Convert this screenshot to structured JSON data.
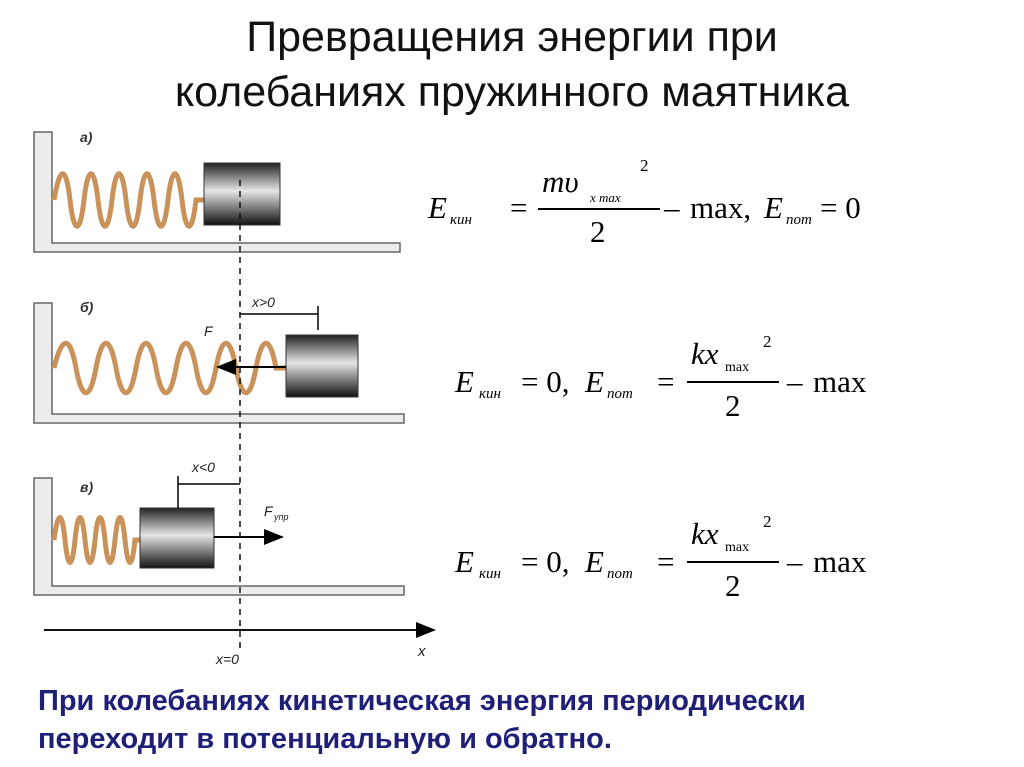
{
  "title": {
    "line1": "Превращения энергии при",
    "line2": "колебаниях пружинного маятника"
  },
  "figure": {
    "panels": [
      {
        "label": "а)"
      },
      {
        "label": "б)",
        "displacement": "x>0",
        "force": "F"
      },
      {
        "label": "в)",
        "displacement": "x<0",
        "force": "F",
        "force_sub": "упр"
      }
    ],
    "origin": "x=0",
    "axis": "x"
  },
  "formulas": [
    {
      "lhs": "E",
      "lhs_sub": "кин",
      "eq": "=",
      "num": "mυ",
      "num_sub": "x max",
      "sup": "2",
      "den": "2",
      "tail_dash": "–",
      "tail_max": "max,",
      "e2": "E",
      "e2_sub": "пот",
      "e2_val": "= 0"
    },
    {
      "lhs": "E",
      "lhs_sub": "кин",
      "lhs_val": "= 0,",
      "e2": "E",
      "e2_sub": "пот",
      "eq": "=",
      "num": "kx",
      "num_sub": "max",
      "sup": "2",
      "den": "2",
      "tail_dash": "–",
      "tail_max": "max"
    },
    {
      "lhs": "E",
      "lhs_sub": "кин",
      "lhs_val": "= 0,",
      "e2": "E",
      "e2_sub": "пот",
      "eq": "=",
      "num": "kx",
      "num_sub": "max",
      "sup": "2",
      "den": "2",
      "tail_dash": "–",
      "tail_max": "max"
    }
  ],
  "caption": {
    "line1": "При колебаниях кинетическая энергия периодически",
    "line2": "переходит в потенциальную и обратно."
  },
  "colors": {
    "caption": "#1f1f78",
    "spring": "#c8925a",
    "wall": "#e8e8e8",
    "block_dark": "#1a1a1a",
    "block_light": "#d8d8d8"
  }
}
